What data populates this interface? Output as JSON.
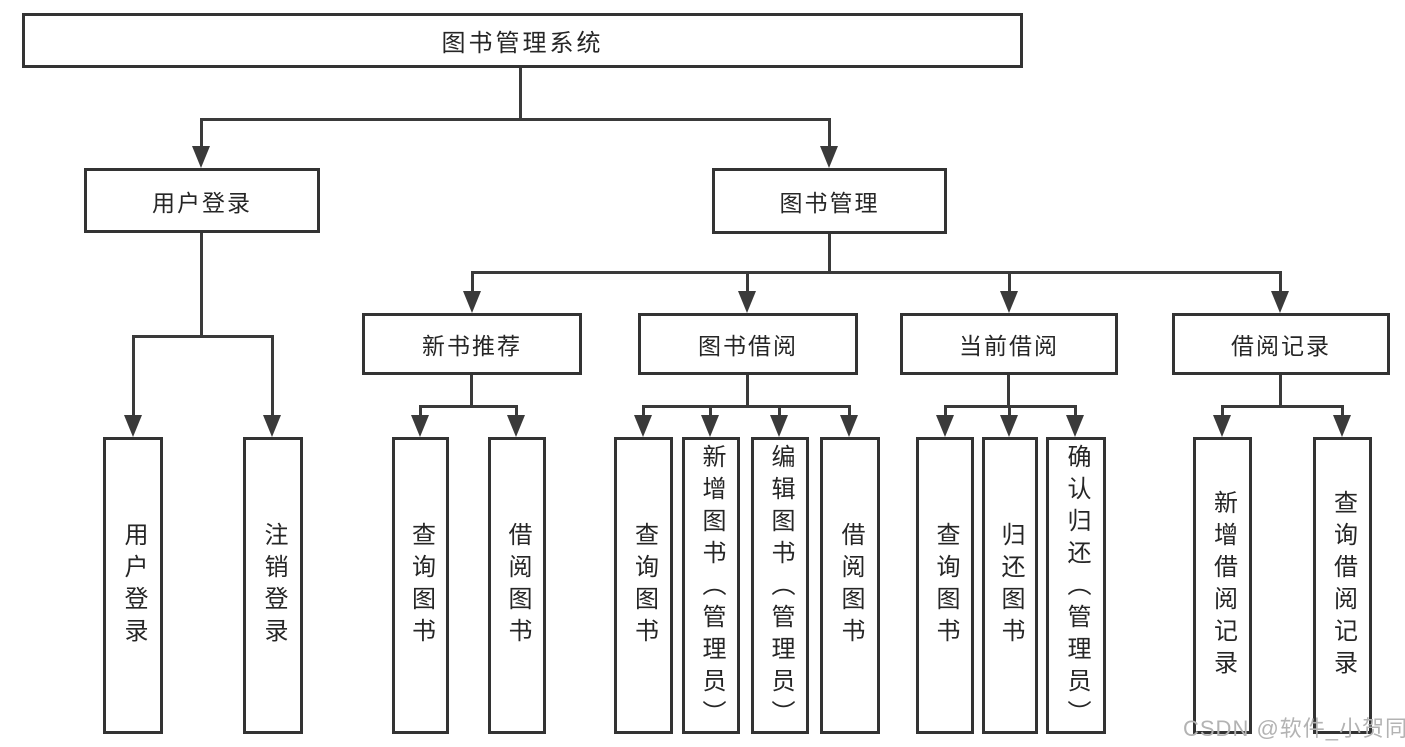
{
  "diagram": {
    "root": {
      "label": "图书管理系统",
      "children": [
        {
          "label": "用户登录",
          "children": [
            {
              "label": "用户登录"
            },
            {
              "label": "注销登录"
            }
          ]
        },
        {
          "label": "图书管理",
          "children": [
            {
              "label": "新书推荐",
              "children": [
                {
                  "label": "查询图书"
                },
                {
                  "label": "借阅图书"
                }
              ]
            },
            {
              "label": "图书借阅",
              "children": [
                {
                  "label": "查询图书"
                },
                {
                  "label": "新增图书（管理员）"
                },
                {
                  "label": "编辑图书（管理员）"
                },
                {
                  "label": "借阅图书"
                }
              ]
            },
            {
              "label": "当前借阅",
              "children": [
                {
                  "label": "查询图书"
                },
                {
                  "label": "归还图书"
                },
                {
                  "label": "确认归还（管理员）"
                }
              ]
            },
            {
              "label": "借阅记录",
              "children": [
                {
                  "label": "新增借阅记录"
                },
                {
                  "label": "查询借阅记录"
                }
              ]
            }
          ]
        }
      ]
    }
  },
  "watermark": {
    "text": "CSDN @软件_小贺同学"
  },
  "colors": {
    "background": "#ffffff",
    "box_border": "#333333",
    "line": "#3a3a3a",
    "text": "#262626",
    "watermark": "#b3b3b3"
  }
}
